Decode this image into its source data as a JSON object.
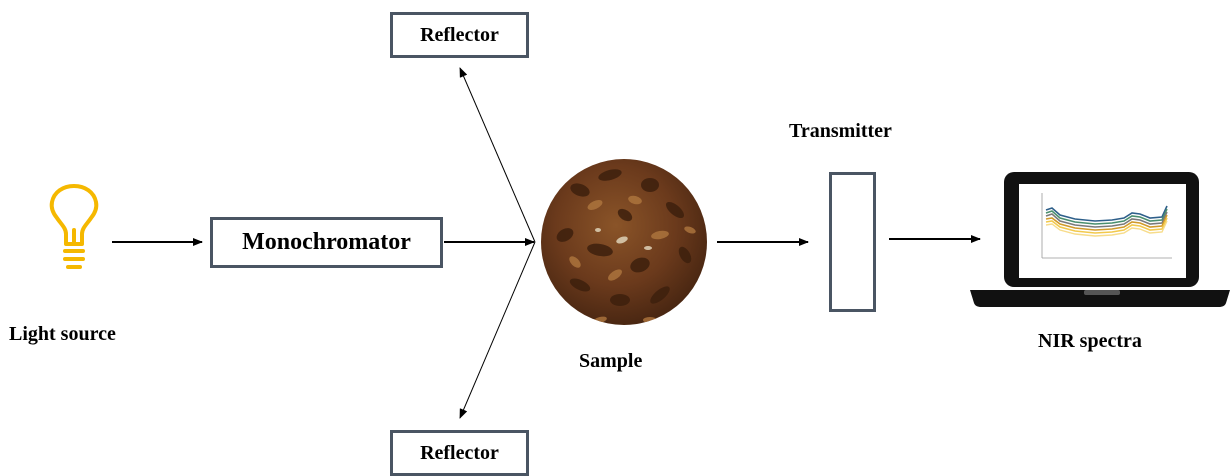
{
  "labels": {
    "light_source": "Light source",
    "monochromator": "Monochromator",
    "reflector_top": "Reflector",
    "reflector_bottom": "Reflector",
    "sample": "Sample",
    "transmitter": "Transmitter",
    "nir_spectra": "NIR spectra"
  },
  "icons": {
    "light_source": "lightbulb-icon",
    "sample": "sample-photo",
    "output": "laptop-icon"
  },
  "colors": {
    "bulb": "#f5b800",
    "box_border": "#4a5563",
    "arrow": "#000000",
    "sample": "#6b3a1c"
  }
}
